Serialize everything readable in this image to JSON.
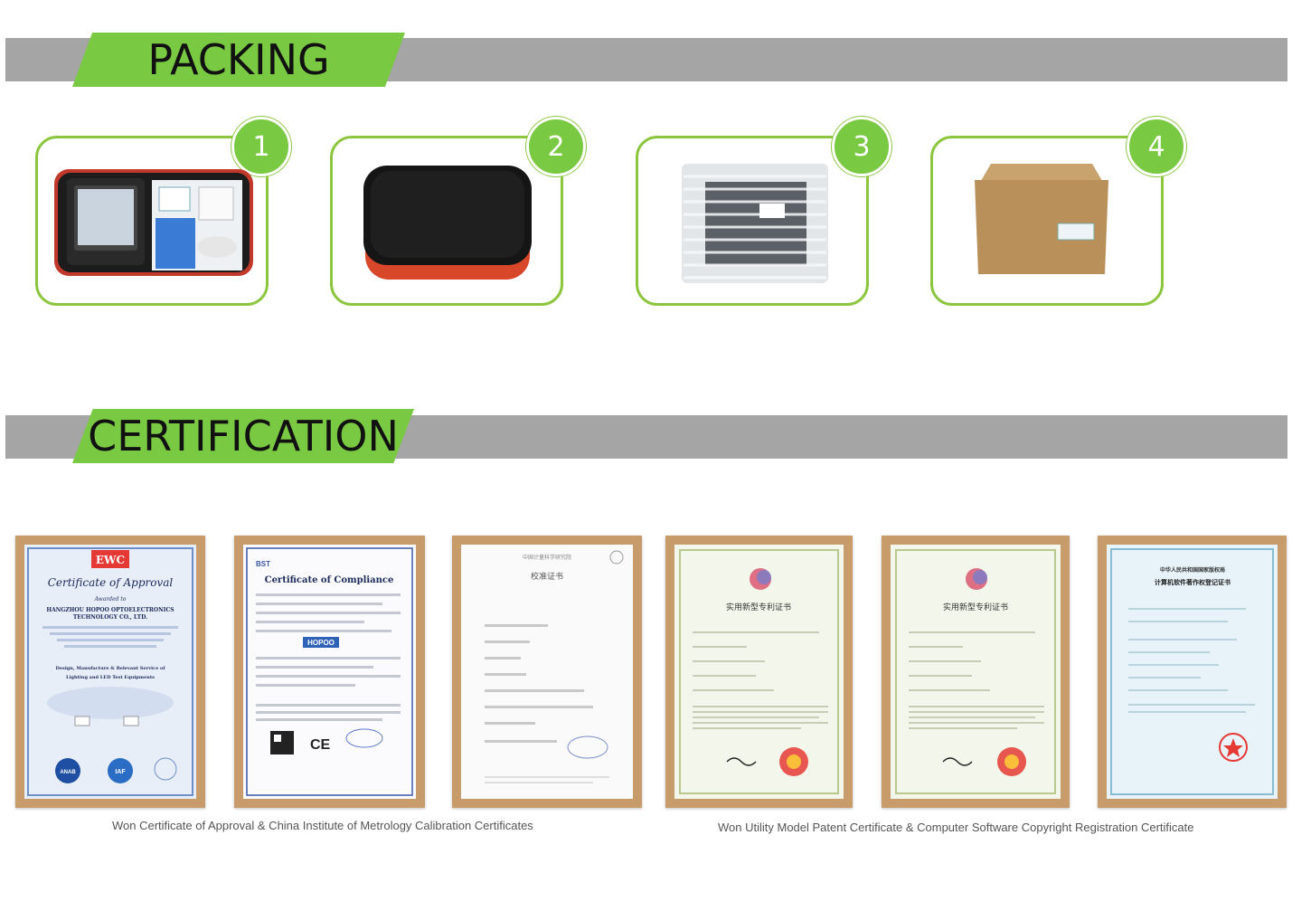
{
  "sections": {
    "packing": {
      "title": "PACKING"
    },
    "certification": {
      "title": "CERTIFICATION"
    }
  },
  "packing_steps": [
    {
      "number": "1",
      "image": "open-case-with-device"
    },
    {
      "number": "2",
      "image": "closed-black-case"
    },
    {
      "number": "3",
      "image": "air-column-wrap"
    },
    {
      "number": "4",
      "image": "cardboard-box"
    }
  ],
  "certificates": {
    "approval": {
      "logo": "EWC",
      "title": "Certificate of Approval",
      "awarded_to": "Awarded to",
      "company_line1": "HANGZHOU HOPOO OPTOELECTRONICS",
      "company_line2": "TECHNOLOGY CO., LTD.",
      "scope": "Design, Manufacture & Relevant Service of",
      "scope2": "Lighting and LED Test Equipments",
      "badges": [
        "ANAB",
        "IAF"
      ]
    },
    "compliance": {
      "brand": "BST",
      "title": "Certificate of Compliance",
      "brand_mark": "HOPOO",
      "mark": "CE"
    },
    "metrology": {
      "header": "中国计量科学研究院",
      "title": "校准证书"
    },
    "patent1": {
      "title": "实用新型专利证书"
    },
    "patent2": {
      "title": "实用新型专利证书"
    },
    "software": {
      "header": "中华人民共和国国家版权局",
      "title": "计算机软件著作权登记证书"
    }
  },
  "captions": {
    "left": "Won Certificate of Approval & China Institute of Metrology Calibration Certificates",
    "right": "Won Utility Model Patent Certificate & Computer Software Copyright Registration Certificate"
  },
  "colors": {
    "band_gray": "#a5a5a5",
    "accent_green": "#7ac943",
    "frame_brown": "#c89b6a"
  }
}
